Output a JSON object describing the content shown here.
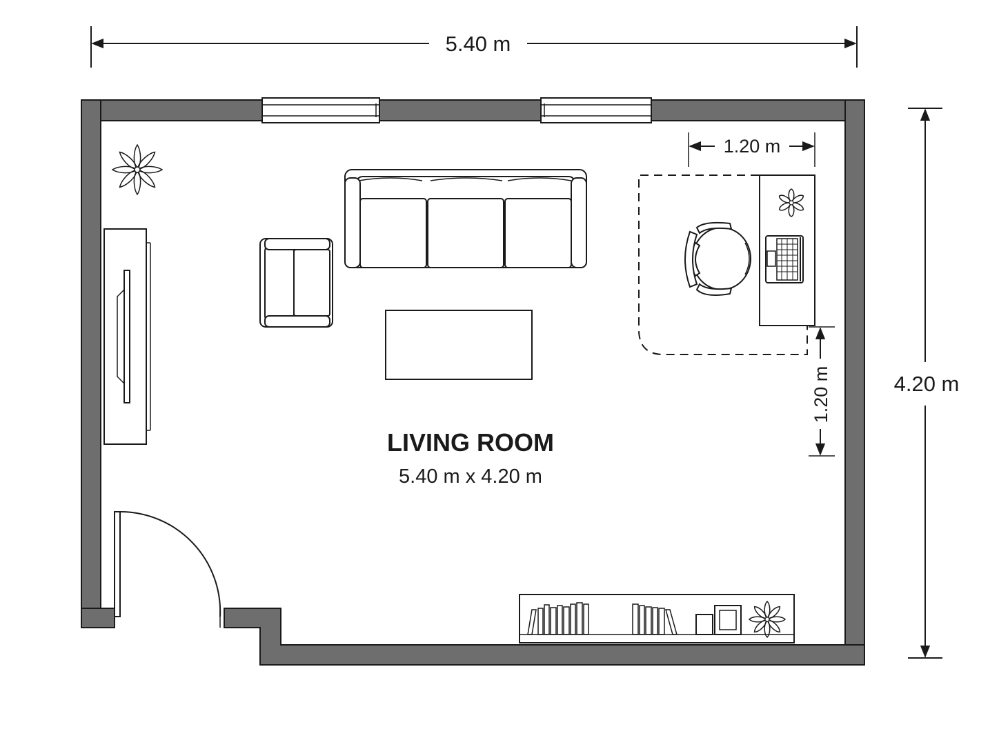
{
  "plan": {
    "room_name": "LIVING ROOM",
    "room_size": "5.40 m x 4.20 m",
    "dimensions": {
      "width": "5.40 m",
      "height": "4.20 m",
      "desk_zone_width": "1.20 m",
      "desk_zone_depth": "1.20 m"
    },
    "colors": {
      "wall": "#6e6e6e",
      "outline": "#1a1a1a",
      "background": "#ffffff"
    }
  }
}
